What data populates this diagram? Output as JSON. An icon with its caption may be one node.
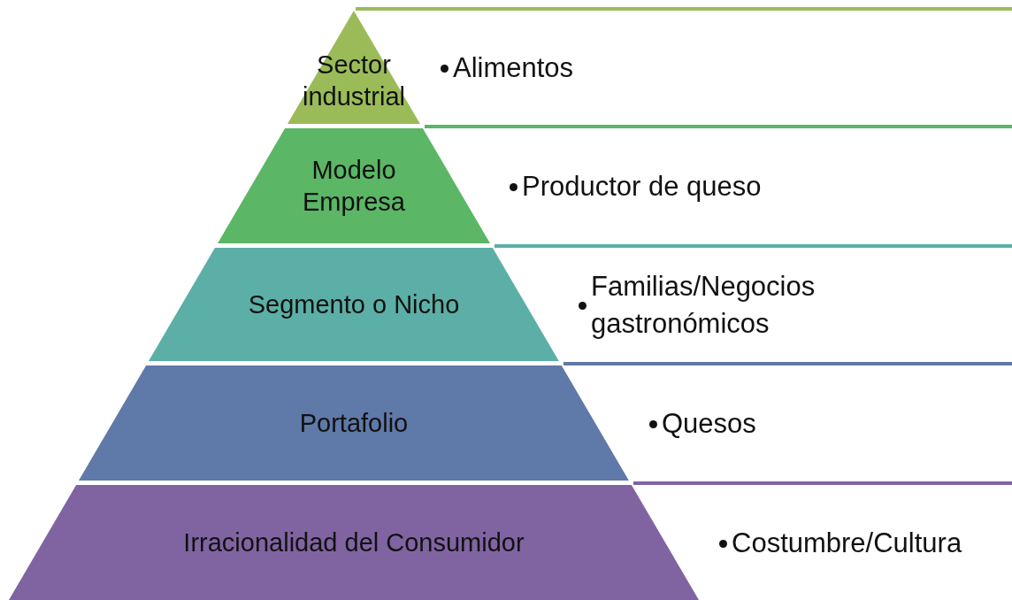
{
  "diagram": {
    "nodes": [
      {
        "text": [
          "Sector industrial"
        ]
      },
      {
        "text": [
          "Alimentos"
        ]
      },
      {
        "text": [
          "Modelo Empresa"
        ]
      },
      {
        "text": [
          "Productor de queso"
        ]
      },
      {
        "text": [
          "Segmento o Nicho"
        ]
      },
      {
        "text": [
          "Familias/Negocios gastronómicos"
        ]
      },
      {
        "text": [
          "Portafolio"
        ]
      },
      {
        "text": [
          "Quesos"
        ]
      },
      {
        "text": [
          "Irracionalidad del Consumidor"
        ]
      },
      {
        "text": [
          "Costumbre/Cultura"
        ]
      }
    ]
  }
}
